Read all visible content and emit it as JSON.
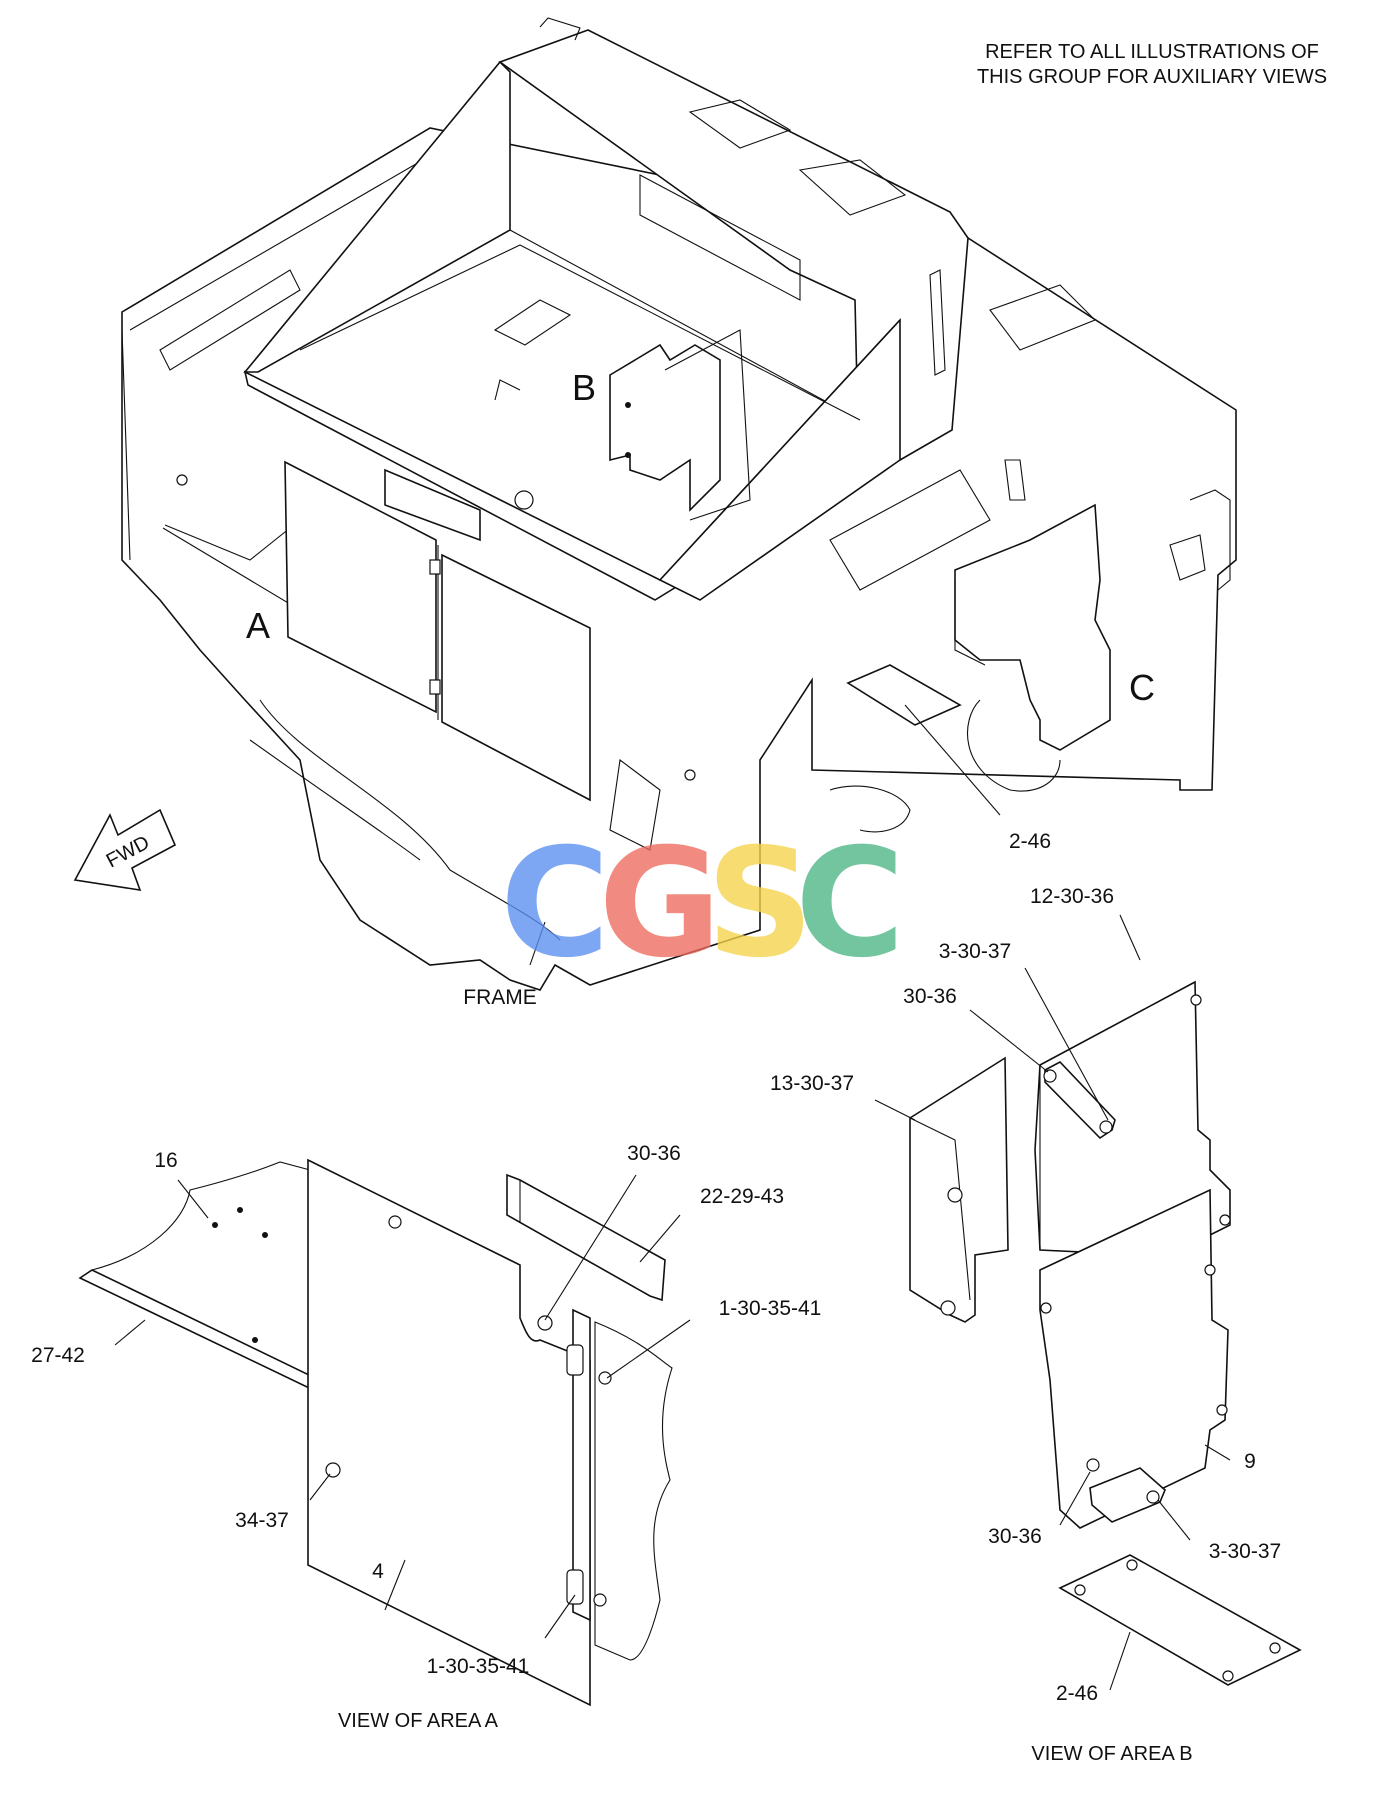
{
  "note": {
    "line1": "REFER TO ALL ILLUSTRATIONS OF",
    "line2": "THIS GROUP FOR AUXILIARY VIEWS"
  },
  "area_labels": {
    "a": "A",
    "b": "B",
    "c": "C"
  },
  "direction": {
    "text": "FWD"
  },
  "main_view": {
    "frame": "FRAME",
    "item_2_46": "2-46"
  },
  "view_a": {
    "caption": "VIEW OF AREA A",
    "callouts": {
      "c16": "16",
      "c30_36": "30-36",
      "c22_29_43": "22-29-43",
      "c1_30_35_41_top": "1-30-35-41",
      "c27_42": "27-42",
      "c34_37": "34-37",
      "c4": "4",
      "c1_30_35_41_bottom": "1-30-35-41"
    }
  },
  "view_b": {
    "caption": "VIEW OF AREA B",
    "callouts": {
      "c12_30_36": "12-30-36",
      "c3_30_37_top": "3-30-37",
      "c30_36_top": "30-36",
      "c13_30_37": "13-30-37",
      "c9": "9",
      "c30_36_bottom": "30-36",
      "c3_30_37_bottom": "3-30-37",
      "c2_46": "2-46"
    }
  },
  "watermark": {
    "letters": [
      "C",
      "G",
      "S",
      "C"
    ],
    "colors": [
      "#5b8ff0",
      "#ee6b5e",
      "#f5d44a",
      "#4db585"
    ]
  }
}
